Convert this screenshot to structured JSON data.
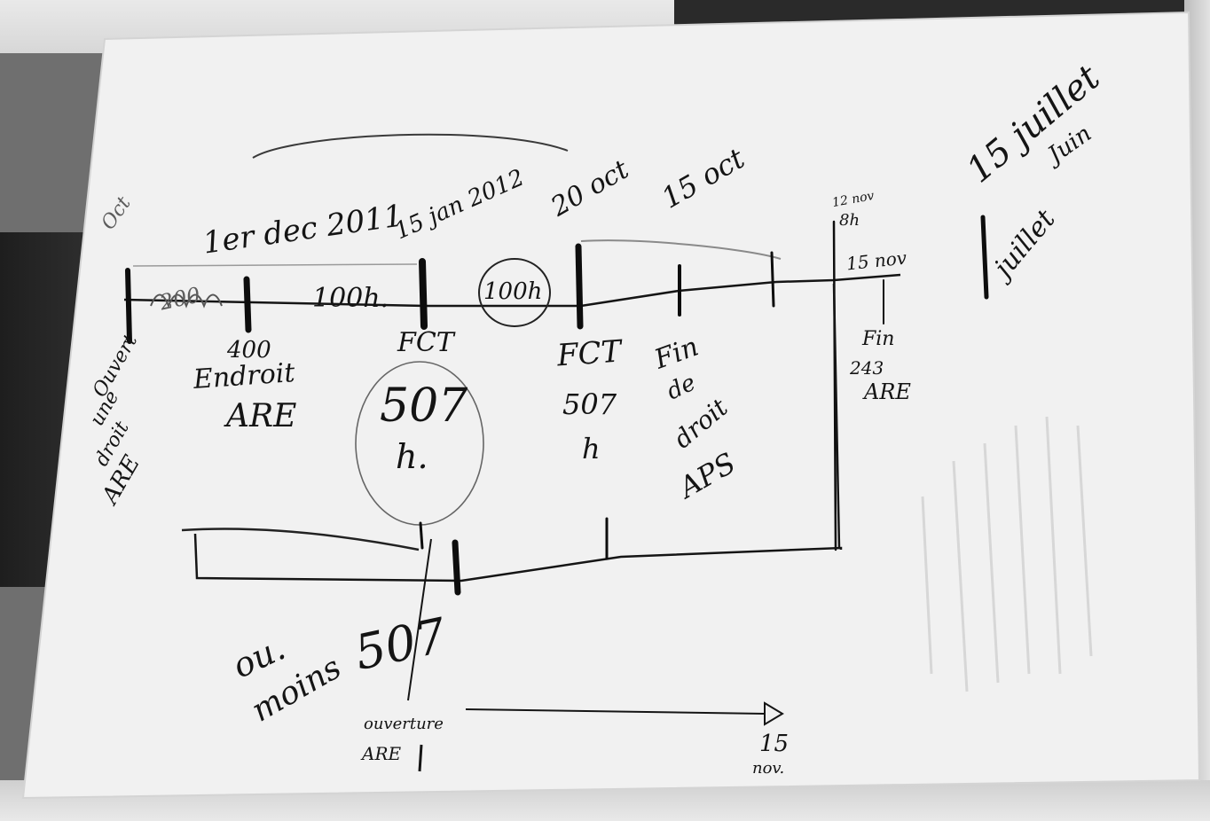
{
  "photo": {
    "subject": "hand-drawn-timeline-on-paper",
    "palette": {
      "paper": "#f2f2f2",
      "ink": "#141414",
      "background": "#6f6f6f"
    }
  },
  "notes": {
    "top_left": "Oct",
    "date_1": "1er dec 2011",
    "date_2": "15 jan 2012",
    "date_3": "20 oct",
    "date_4": "15 oct",
    "top_right_1": "15 juillet",
    "top_right_2": "Juin",
    "top_right_3": "juillet",
    "nov_12": "12 nov",
    "hours_8": "8h",
    "nov_15_top": "15 nov",
    "segment_1": "200",
    "segment_2": "100h.",
    "circle_top": "100h",
    "left_vertical_1": "Ouvert",
    "left_vertical_2": "une",
    "left_vertical_3": "droit",
    "left_vertical_4": "ARE",
    "label_400": "400",
    "label_endroit": "Endroit",
    "label_are_1": "ARE",
    "label_fct_1": "FCT",
    "label_507_big": "507",
    "label_h": "h.",
    "label_fct_2": "FCT",
    "label_507_2": "507",
    "label_h2": "h",
    "fin_1": "Fin",
    "fin_2": "de",
    "fin_3": "droit",
    "fin_4": "APS",
    "fin_right_1": "Fin",
    "fin_right_2": "243",
    "fin_right_3": "ARE",
    "bottom_1": "ou.",
    "bottom_2": "moins",
    "bottom_507": "507",
    "bottom_ouverture": "ouverture",
    "bottom_are": "ARE",
    "bottom_15": "15",
    "bottom_nov": "nov."
  }
}
